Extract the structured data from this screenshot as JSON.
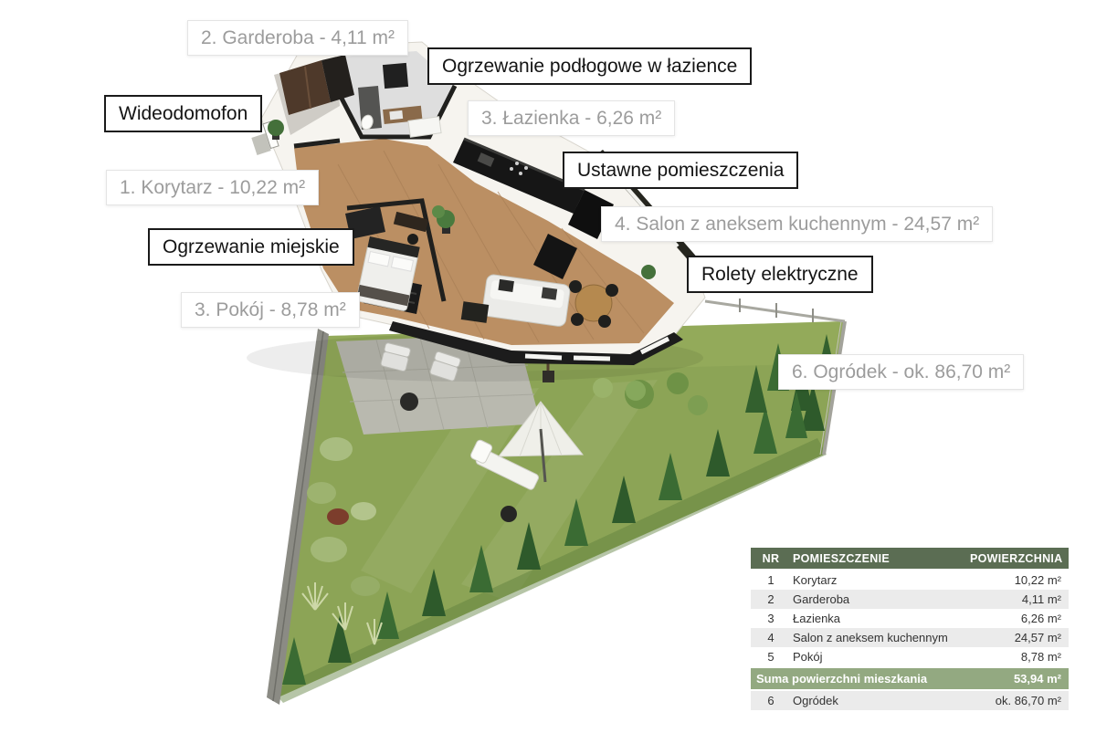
{
  "labels": {
    "garderoba": "2. Garderoba - 4,11 m²",
    "heating_floor": "Ogrzewanie podłogowe w łazience",
    "wideodomofon": "Wideodomofon",
    "lazienka": "3. Łazienka - 6,26 m²",
    "korytarz": "1. Korytarz - 10,22 m²",
    "ustawne": "Ustawne pomieszczenia",
    "salon": "4. Salon z aneksem kuchennym - 24,57 m²",
    "heating_city": "Ogrzewanie miejskie",
    "rolety": "Rolety elektryczne",
    "pokoj": "3. Pokój - 8,78 m²",
    "ogrodek": "6. Ogródek - ok. 86,70 m²"
  },
  "table": {
    "headers": [
      "NR",
      "POMIESZCZENIE",
      "POWIERZCHNIA"
    ],
    "rows": [
      {
        "nr": "1",
        "name": "Korytarz",
        "area": "10,22 m²"
      },
      {
        "nr": "2",
        "name": "Garderoba",
        "area": "4,11 m²"
      },
      {
        "nr": "3",
        "name": "Łazienka",
        "area": "6,26 m²"
      },
      {
        "nr": "4",
        "name": "Salon z aneksem kuchennym",
        "area": "24,57 m²"
      },
      {
        "nr": "5",
        "name": "Pokój",
        "area": "8,78 m²"
      }
    ],
    "summary": {
      "label": "Suma powierzchni mieszkania",
      "value": "53,94 m²"
    },
    "garden_row": {
      "nr": "6",
      "name": "Ogródek",
      "area": "ok. 86,70 m²"
    }
  },
  "colors": {
    "table_header": "#5b6d53",
    "table_summary": "#93a981",
    "grass": "#8ca456",
    "tree_dark": "#2e5a2b",
    "patio": "#b9b9af",
    "wood_floor": "#bb8f63"
  }
}
